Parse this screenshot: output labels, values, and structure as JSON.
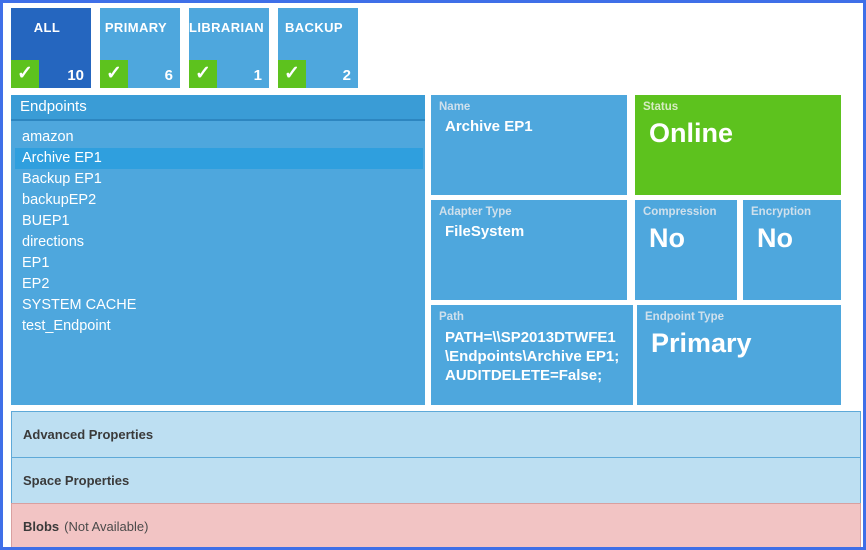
{
  "filters": [
    {
      "label": "ALL",
      "count": "10",
      "check": "✓",
      "selected": true
    },
    {
      "label": "PRIMARY",
      "count": "6",
      "check": "✓",
      "selected": false
    },
    {
      "label": "LIBRARIAN",
      "count": "1",
      "check": "✓",
      "selected": false
    },
    {
      "label": "BACKUP",
      "count": "2",
      "check": "✓",
      "selected": false
    }
  ],
  "endpoints_list": {
    "header": "Endpoints",
    "items": [
      {
        "name": "amazon",
        "selected": false
      },
      {
        "name": "Archive EP1",
        "selected": true
      },
      {
        "name": "Backup EP1",
        "selected": false
      },
      {
        "name": "backupEP2",
        "selected": false
      },
      {
        "name": "BUEP1",
        "selected": false
      },
      {
        "name": "directions",
        "selected": false
      },
      {
        "name": "EP1",
        "selected": false
      },
      {
        "name": "EP2",
        "selected": false
      },
      {
        "name": "SYSTEM CACHE",
        "selected": false
      },
      {
        "name": "test_Endpoint",
        "selected": false
      }
    ]
  },
  "details": {
    "name": {
      "label": "Name",
      "value": "Archive EP1"
    },
    "status": {
      "label": "Status",
      "value": "Online"
    },
    "adapter_type": {
      "label": "Adapter Type",
      "value": "FileSystem"
    },
    "compression": {
      "label": "Compression",
      "value": "No"
    },
    "encryption": {
      "label": "Encryption",
      "value": "No"
    },
    "path": {
      "label": "Path",
      "value": "PATH=\\\\SP2013DTWFE1\\Endpoints\\Archive EP1;AUDITDELETE=False;"
    },
    "endpoint_type": {
      "label": "Endpoint Type",
      "value": "Primary"
    }
  },
  "accordion": [
    {
      "title": "Advanced Properties",
      "sub": ""
    },
    {
      "title": "Space Properties",
      "sub": ""
    },
    {
      "title": "Blobs",
      "sub": "(Not Available)"
    }
  ],
  "colors": {
    "accent_blue": "#4ea7dd",
    "selected_tab_blue": "#2566bf",
    "status_green": "#5dc21e",
    "panel_light_blue": "#bddff2",
    "panel_pink": "#f2c4c4",
    "window_border": "#3f6fe8"
  }
}
